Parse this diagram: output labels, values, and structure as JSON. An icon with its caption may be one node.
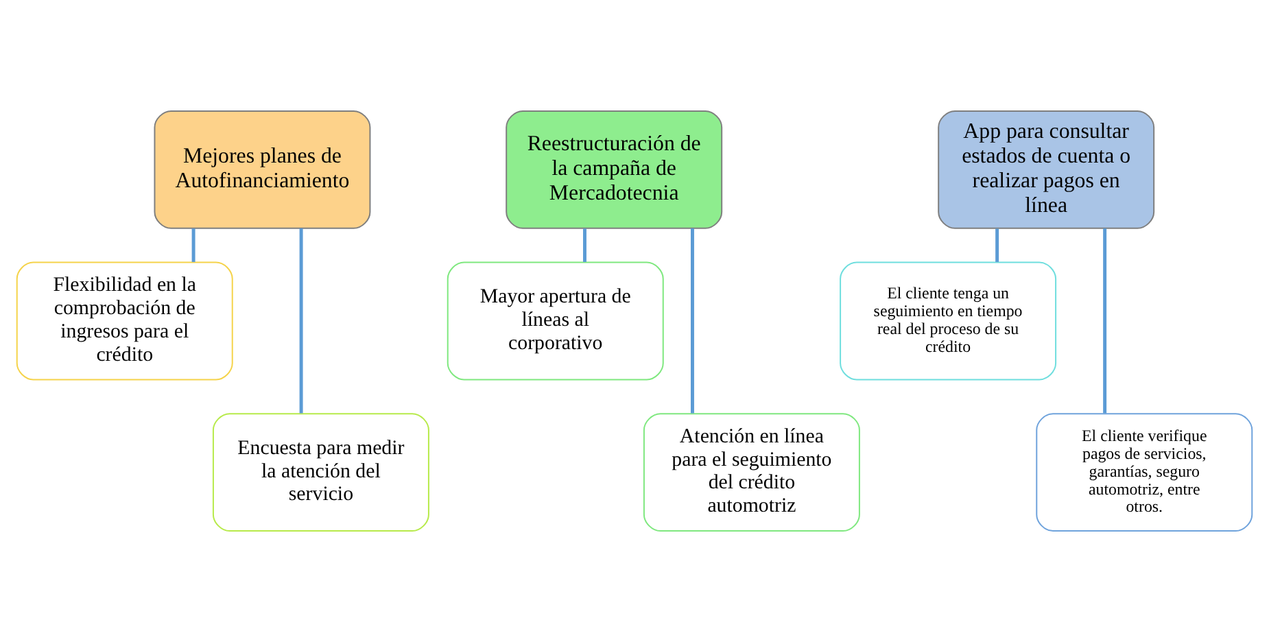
{
  "diagram": {
    "nodes": [
      {
        "text": [
          "Mejores planes de Autofinanciamiento"
        ]
      },
      {
        "text": [
          "Flexibilidad en la comprobación de ingresos para el crédito"
        ]
      },
      {
        "text": [
          "Encuesta para medir la atención del servicio"
        ]
      },
      {
        "text": [
          "Reestructuración de la campaña de Mercadotecnia"
        ]
      },
      {
        "text": [
          "Mayor apertura de líneas al corporativo"
        ]
      },
      {
        "text": [
          "Atención en línea para el seguimiento del crédito automotriz"
        ]
      },
      {
        "text": [
          "App para consultar estados de cuenta o realizar pagos en línea"
        ]
      },
      {
        "text": [
          "El cliente tenga un seguimiento en tiempo real del proceso de su crédito"
        ]
      },
      {
        "text": [
          "El cliente verifique pagos de servicios, garantías, seguro automotriz, entre otros."
        ]
      }
    ],
    "edges": [
      {
        "from": 0,
        "to": 1,
        "arrow": "none"
      },
      {
        "from": 0,
        "to": 2,
        "arrow": "none"
      },
      {
        "from": 3,
        "to": 4,
        "arrow": "none"
      },
      {
        "from": 3,
        "to": 5,
        "arrow": "none"
      },
      {
        "from": 6,
        "to": 7,
        "arrow": "none"
      },
      {
        "from": 6,
        "to": 8,
        "arrow": "none"
      }
    ]
  }
}
